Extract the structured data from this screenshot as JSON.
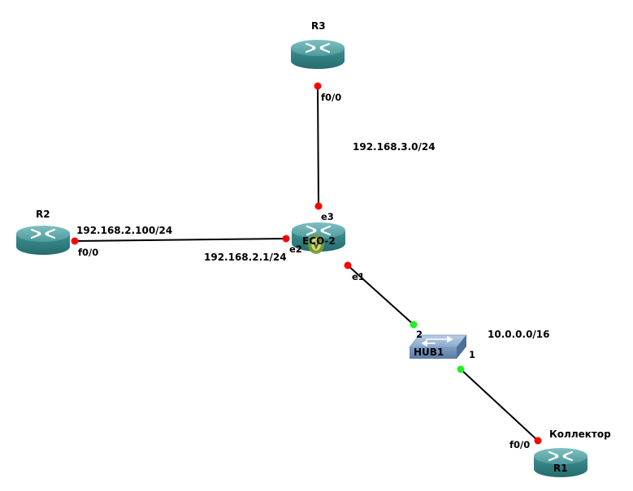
{
  "nodes": {
    "r3": {
      "label": "R3",
      "type": "router"
    },
    "r2": {
      "label": "R2",
      "type": "router"
    },
    "eco2": {
      "label": "ECO-2",
      "type": "router"
    },
    "hub1": {
      "label": "HUB1",
      "type": "hub"
    },
    "r1": {
      "label": "R1",
      "type": "router",
      "caption": "Коллектор"
    }
  },
  "ports": {
    "r3_f00": "f0/0",
    "eco2_e3": "e3",
    "r2_f00": "f0/0",
    "eco2_e2": "e2",
    "eco2_e1": "e1",
    "hub1_2": "2",
    "hub1_1": "1",
    "r1_f00": "f0/0"
  },
  "networks": {
    "net3": "192.168.3.0/24",
    "r2_ip": "192.168.2.100/24",
    "eco2_ip": "192.168.2.1/24",
    "net10": "10.0.0.0/16"
  },
  "colors": {
    "router_top": "#5fa3a5",
    "router_side": "#2e7e80",
    "link_down": "#ff0000",
    "link_up": "#22ee22"
  }
}
